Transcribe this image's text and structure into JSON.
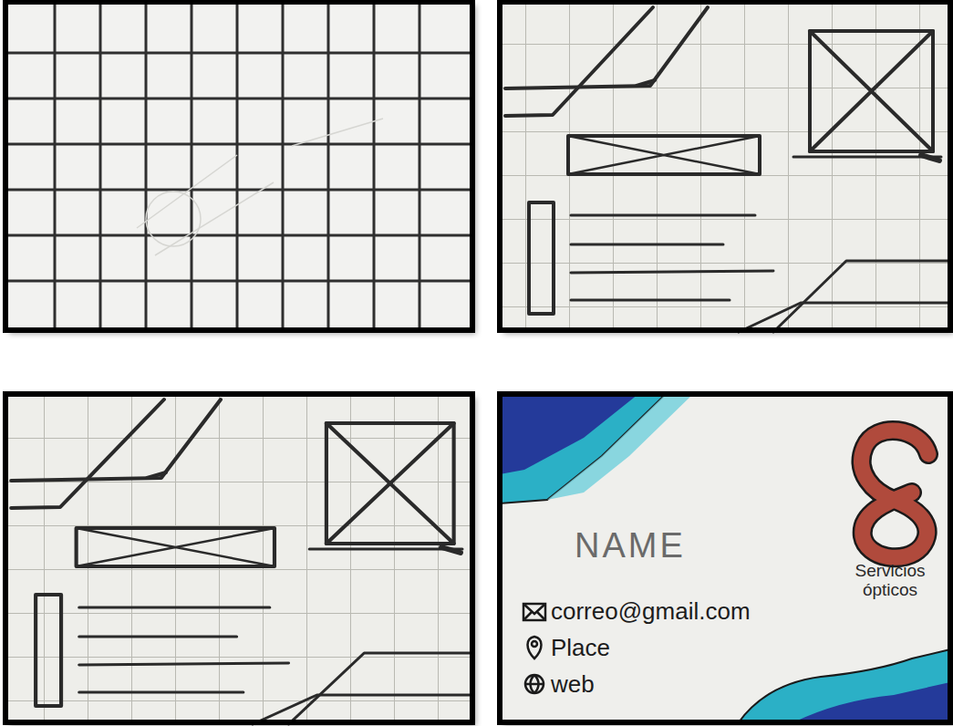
{
  "diagram": {
    "labels": [
      "NAME",
      "correo@gmail.com",
      "Place",
      "web",
      "Servicios ópticos"
    ]
  }
}
